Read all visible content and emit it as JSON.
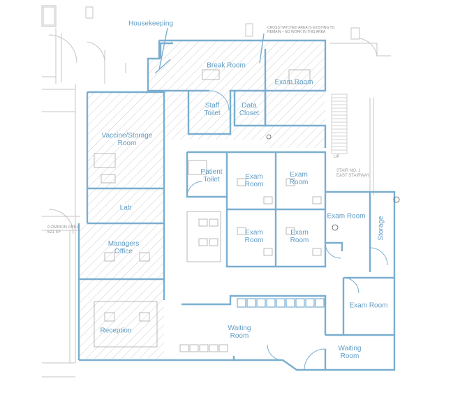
{
  "colors": {
    "wall_blue": "#7aaed0",
    "label_blue": "#5f9cc4",
    "existing_gray": "#bdbdbd",
    "hatch_gray": "#cfcfcf"
  },
  "rooms": {
    "housekeeping": "Housekeeping",
    "break_room": "Break Room",
    "exam_room_1": "Exam Room",
    "staff_toilet": "Staff\nToilet",
    "data_closet": "Data\nCloset",
    "vaccine_storage": "Vaccine/Storage\nRoom",
    "patient_toilet": "Patient\nToilet",
    "exam_room_2": "Exam\nRoom",
    "exam_room_3": "Exam\nRoom",
    "lab": "Lab",
    "exam_room_4": "Exam\nRoom",
    "exam_room_5": "Exam\nRoom",
    "exam_room_6": "Exam Room",
    "storage": "Storage",
    "managers_office": "Managers\nOffice",
    "exam_room_7": "Exam Room",
    "reception": "Reception",
    "waiting_room_1": "Waiting\nRoom",
    "waiting_room_2": "Waiting\nRoom"
  },
  "notes": {
    "existing_area": "CROSS HATCHED AREA IS EXISTING TO\nREMAIN – NO WORK IN THIS AREA",
    "stair": "STAIR NO. 1\nEAST STAIRWAY",
    "stair_up": "UP",
    "common_area": "COMMON AREA\n621 SF"
  }
}
